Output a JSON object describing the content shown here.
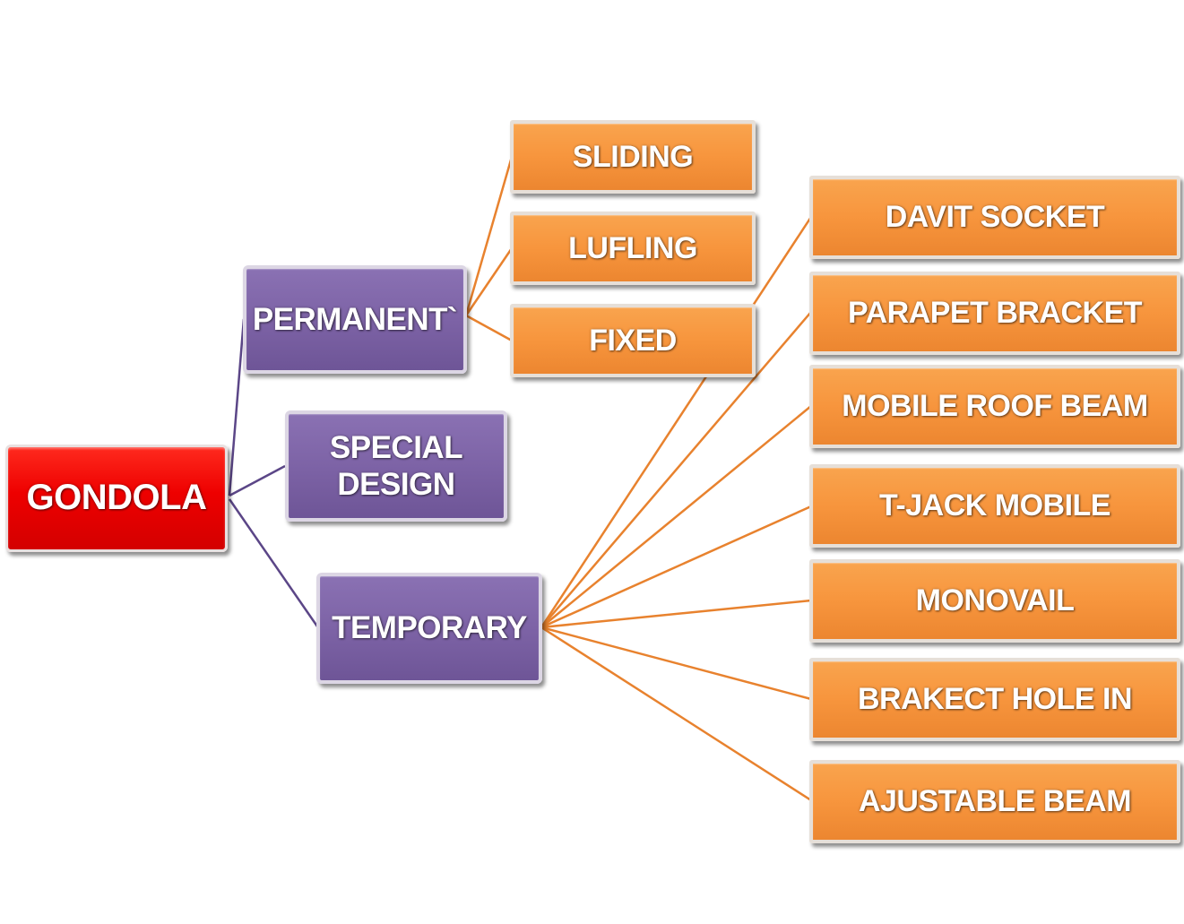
{
  "root": {
    "label": "GONDOLA"
  },
  "categories": {
    "permanent": {
      "label": "PERMANENT`"
    },
    "special_design": {
      "line1": "SPECIAL",
      "line2": "DESIGN"
    },
    "temporary": {
      "label": "TEMPORARY"
    }
  },
  "permanent_types": [
    "SLIDING",
    "LUFLING",
    "FIXED"
  ],
  "temporary_types": [
    "DAVIT SOCKET",
    "PARAPET BRACKET",
    "MOBILE ROOF BEAM",
    "T-JACK MOBILE",
    "MONOVAIL",
    "BRAKECT HOLE IN",
    "AJUSTABLE BEAM"
  ],
  "colors": {
    "root": "#e80000",
    "category": "#7e65a8",
    "leaf": "#f7963e",
    "category_connector": "#5b4687",
    "leaf_connector": "#e8822e"
  }
}
